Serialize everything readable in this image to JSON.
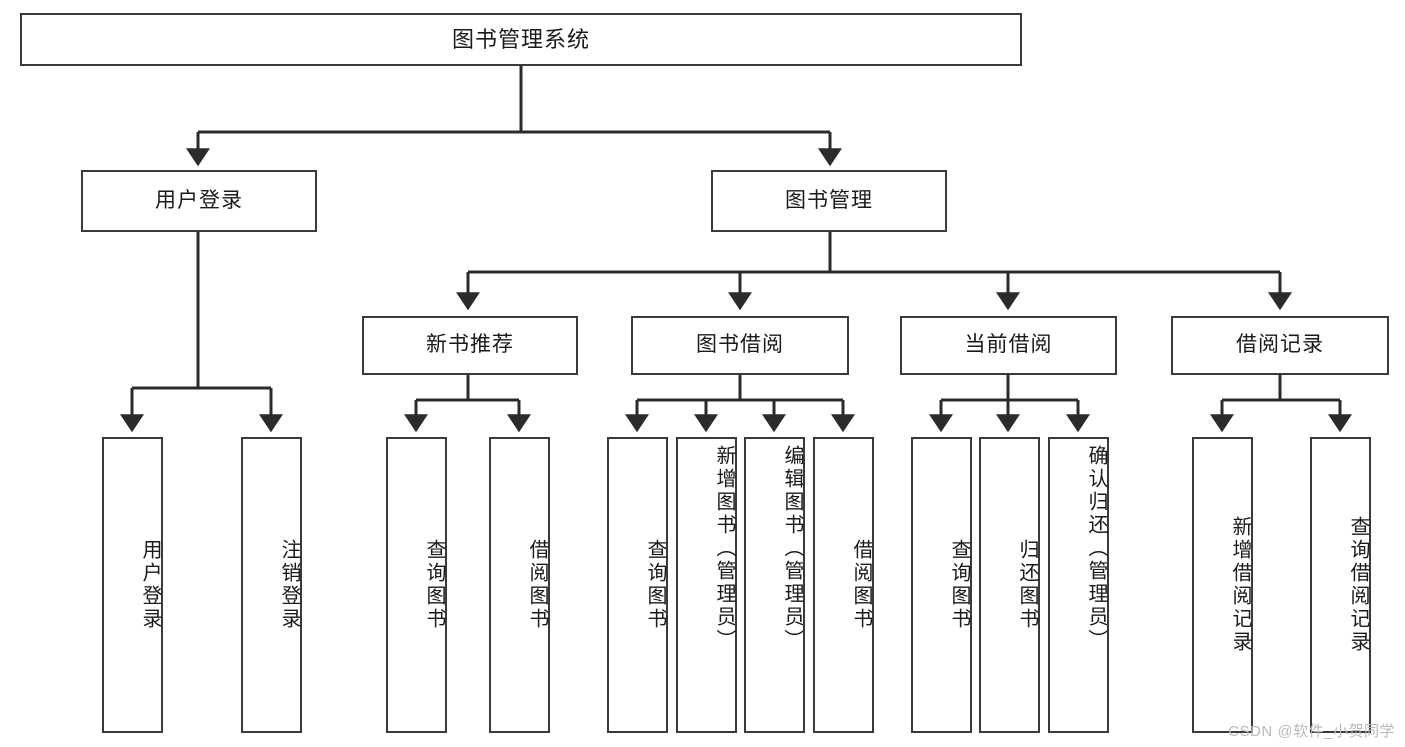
{
  "diagram": {
    "title": "图书管理系统",
    "type": "tree",
    "watermark": "CSDN @软件_小贺同学",
    "levels": {
      "root": {
        "label": "图书管理系统"
      },
      "level2": [
        {
          "id": "user-login",
          "label": "用户登录"
        },
        {
          "id": "book-management",
          "label": "图书管理"
        }
      ],
      "level3": [
        {
          "id": "new-book-recommend",
          "label": "新书推荐",
          "parent": "book-management"
        },
        {
          "id": "book-borrow",
          "label": "图书借阅",
          "parent": "book-management"
        },
        {
          "id": "current-borrow",
          "label": "当前借阅",
          "parent": "book-management"
        },
        {
          "id": "borrow-record",
          "label": "借阅记录",
          "parent": "book-management"
        }
      ],
      "leaves": [
        {
          "id": "leaf-user-login",
          "label": "用户登录",
          "parent": "user-login"
        },
        {
          "id": "leaf-logout-login",
          "label": "注销登录",
          "parent": "user-login"
        },
        {
          "id": "leaf-query-book-1",
          "label": "查询图书",
          "parent": "new-book-recommend"
        },
        {
          "id": "leaf-borrow-book-1",
          "label": "借阅图书",
          "parent": "new-book-recommend"
        },
        {
          "id": "leaf-query-book-2",
          "label": "查询图书",
          "parent": "book-borrow"
        },
        {
          "id": "leaf-add-book",
          "label": "新增图书（管理员）",
          "parent": "book-borrow"
        },
        {
          "id": "leaf-edit-book",
          "label": "编辑图书（管理员）",
          "parent": "book-borrow"
        },
        {
          "id": "leaf-borrow-book-2",
          "label": "借阅图书",
          "parent": "book-borrow"
        },
        {
          "id": "leaf-query-book-3",
          "label": "查询图书",
          "parent": "current-borrow"
        },
        {
          "id": "leaf-return-book",
          "label": "归还图书",
          "parent": "current-borrow"
        },
        {
          "id": "leaf-confirm-return",
          "label": "确认归还（管理员）",
          "parent": "current-borrow"
        },
        {
          "id": "leaf-add-record",
          "label": "新增借阅记录",
          "parent": "borrow-record"
        },
        {
          "id": "leaf-query-record",
          "label": "查询借阅记录",
          "parent": "borrow-record"
        }
      ]
    },
    "colors": {
      "box_border": "#3a3a3a",
      "box_fill": "#ffffff",
      "edge": "#2b2b2b",
      "text": "#1a1a1a",
      "watermark": "#b9b9b9"
    }
  }
}
